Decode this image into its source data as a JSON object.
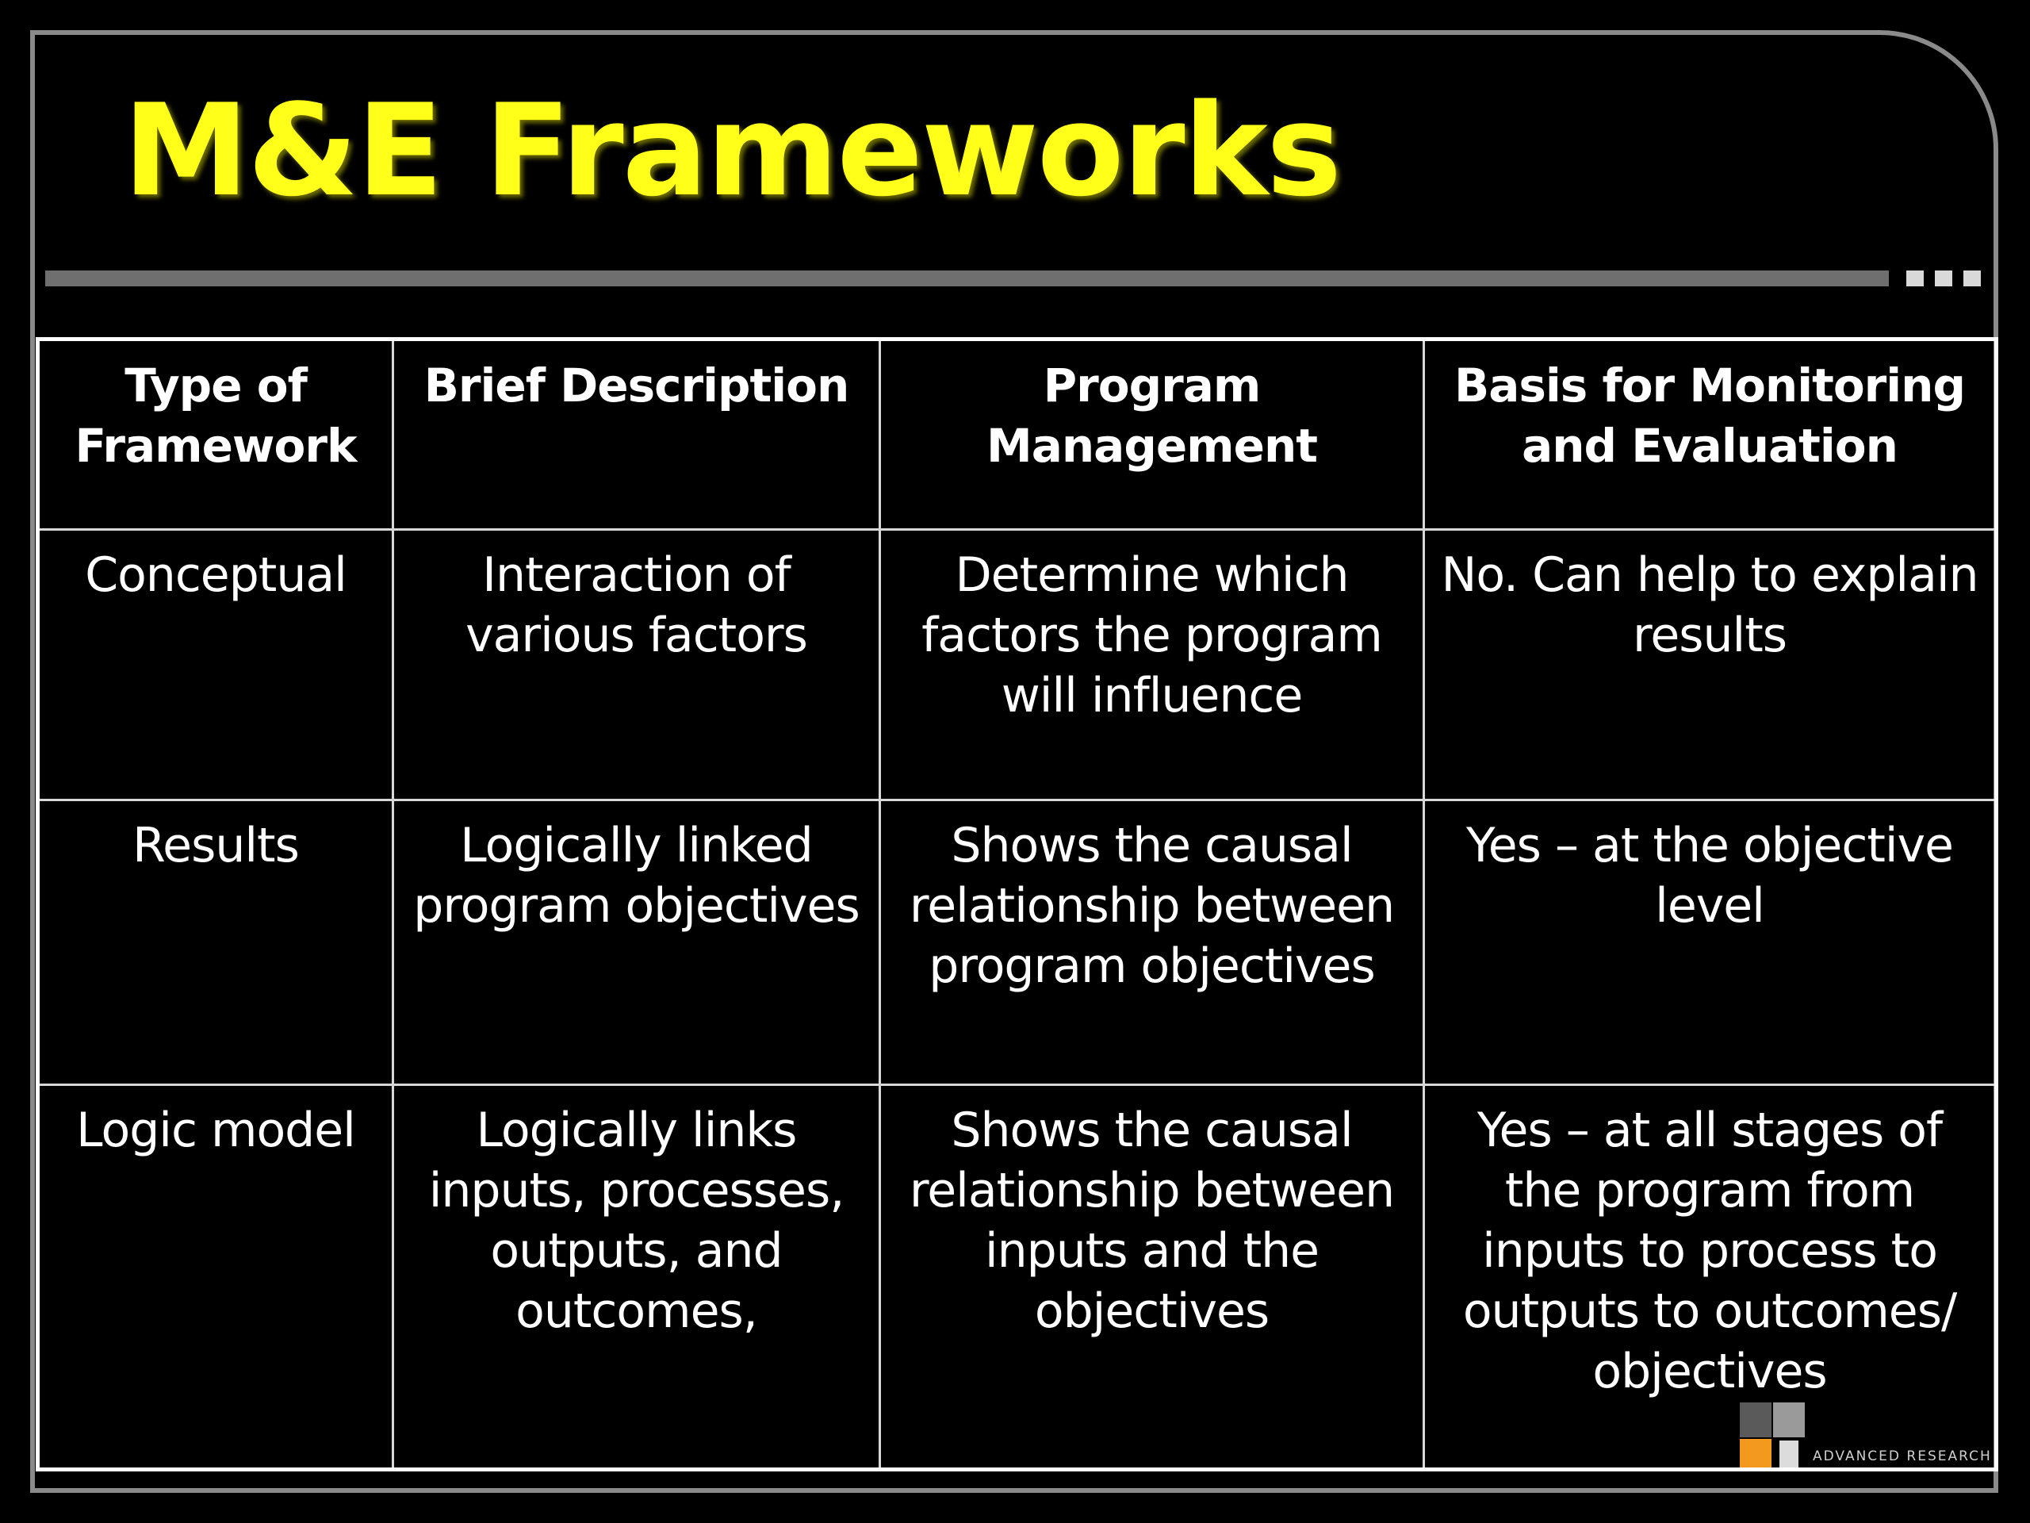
{
  "slide": {
    "title": "M&E Frameworks"
  },
  "table": {
    "headers": [
      "Type of Framework",
      "Brief Description",
      "Program Management",
      "Basis for Monitoring and Evaluation"
    ],
    "rows": [
      {
        "type": "Conceptual",
        "description": "Interaction of various factors",
        "management": "Determine which factors the program will influence",
        "basis": "No. Can help to explain results"
      },
      {
        "type": "Results",
        "description": "Logically linked program objectives",
        "management": "Shows the causal relationship between program objectives",
        "basis": "Yes – at the objective level"
      },
      {
        "type": "Logic model",
        "description": "Logically links inputs, processes, outputs, and outcomes,",
        "management": "Shows the causal relationship between inputs and the objectives",
        "basis": "Yes – at all stages of the program from inputs to process to outputs to outcomes/ objectives"
      }
    ]
  },
  "logo": {
    "text": "ADVANCED RESEARCH"
  },
  "colors": {
    "title": "#ffff1a",
    "background": "#000000",
    "rule": "#6f6f6f",
    "accent_orange": "#f39a1e"
  }
}
